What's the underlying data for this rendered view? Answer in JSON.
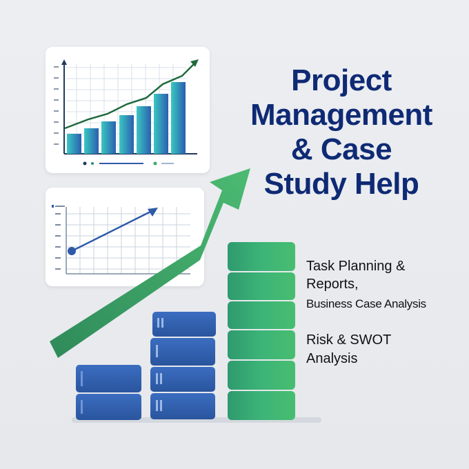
{
  "headline": {
    "line1": "Project",
    "line2": "Management",
    "line3": "& Case",
    "line4": "Study Help"
  },
  "services": {
    "line1": "Task Planning &",
    "line2": "Reports,",
    "line3": "Business Case Analysis",
    "line4": "Risk & SWOT",
    "line5": "Analysis"
  },
  "colors": {
    "title": "#0f2a74",
    "green": "#3daa68",
    "blue": "#2f5aa8",
    "teal": "#27b3b0"
  }
}
